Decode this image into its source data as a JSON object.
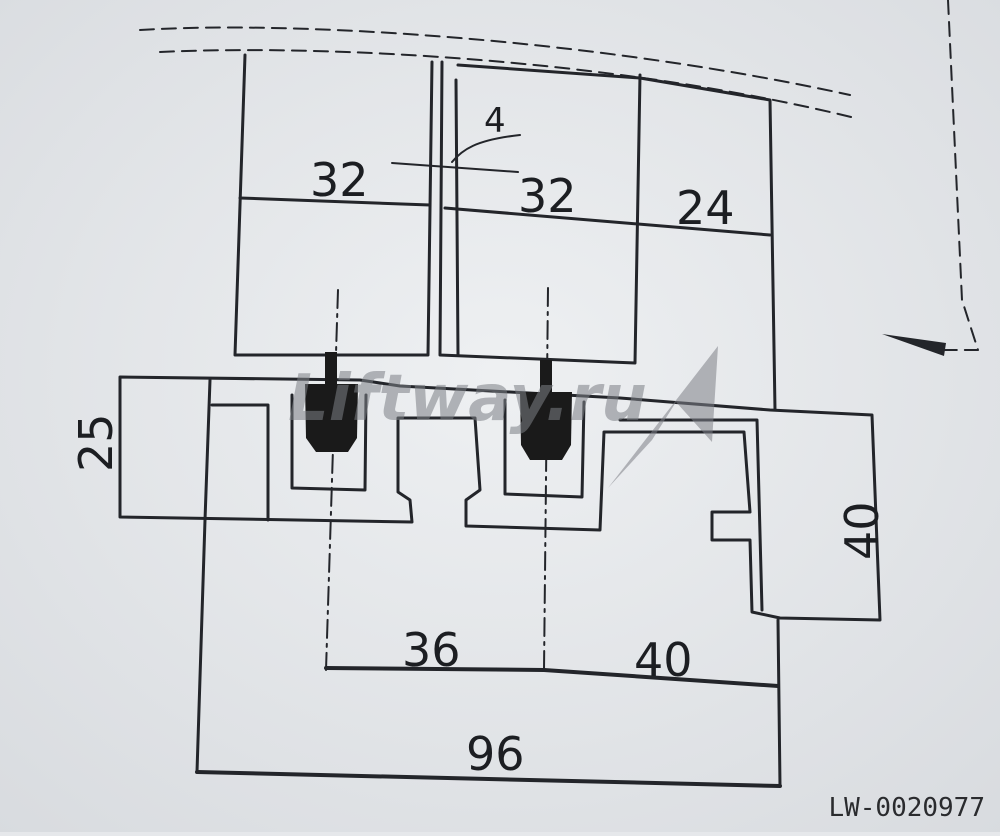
{
  "labels": {
    "gap_top": "4",
    "door_left": "32",
    "door_right": "32",
    "frame_right": "24",
    "height_left": "25",
    "height_right": "40",
    "bottom_span_left": "36",
    "bottom_span_right": "40",
    "overall_width": "96"
  },
  "watermark": "Liftway.ru",
  "image_code": "LW-0020977",
  "colors": {
    "paper": "#e6e8eb",
    "ink": "#23252a",
    "slider": "#1a1a1a",
    "watermark": "#7d8086"
  }
}
